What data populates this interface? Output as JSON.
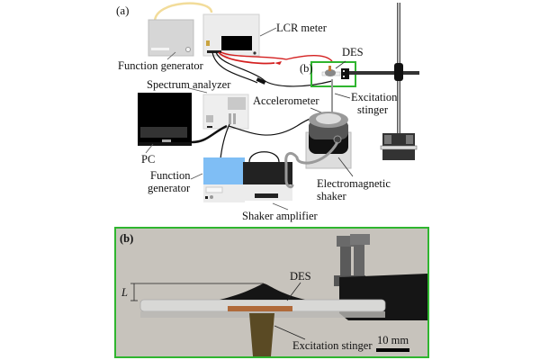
{
  "figure": {
    "panel_a": {
      "tag": "(a)",
      "labels": {
        "lcr_meter": "LCR meter",
        "function_generator_top": "Function generator",
        "spectrum_analyzer": "Spectrum analyzer",
        "des": "DES",
        "inset_ref": "(b)",
        "excitation_stinger_1": "Excitation",
        "excitation_stinger_2": "stinger",
        "accelerometer": "Accelerometer",
        "pc": "PC",
        "function_generator_bottom_1": "Function",
        "function_generator_bottom_2": "generator",
        "electromagnetic_shaker_1": "Electromagnetic",
        "electromagnetic_shaker_2": "shaker",
        "shaker_amplifier": "Shaker amplifier"
      }
    },
    "panel_b": {
      "tag": "(b)",
      "labels": {
        "des": "DES",
        "height_symbol": "L",
        "excitation_stinger": "Excitation stinger",
        "scale_bar": "10 mm"
      }
    },
    "colors": {
      "inset_frame": "#2fb52f",
      "lead_red": "#d42020",
      "generator_screen": "#7fbef5",
      "cable_yellow": "#f2dc9a"
    }
  }
}
